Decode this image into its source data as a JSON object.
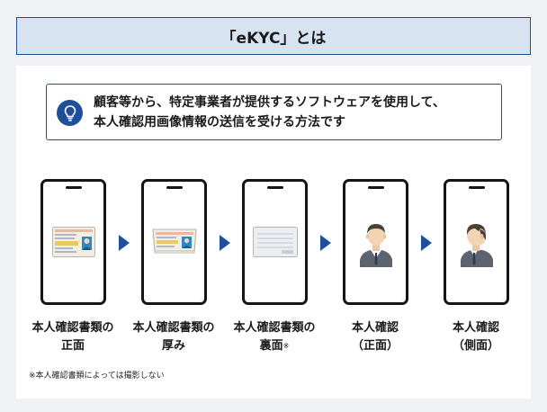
{
  "title": "「eKYC」とは",
  "definition": {
    "line1": "顧客等から、特定事業者が提供するソフトウェアを使用して、",
    "line2": "本人確認用画像情報の送信を受ける方法です"
  },
  "steps": [
    {
      "line1": "本人確認書類の",
      "line2": "正面",
      "mark": ""
    },
    {
      "line1": "本人確認書類の",
      "line2": "厚み",
      "mark": ""
    },
    {
      "line1": "本人確認書類の",
      "line2": "裏面",
      "mark": "※"
    },
    {
      "line1": "本人確認",
      "line2": "（正面）",
      "mark": ""
    },
    {
      "line1": "本人確認",
      "line2": "（側面）",
      "mark": ""
    }
  ],
  "footnote": "※本人確認書類によっては撮影しない",
  "icons": [
    "lightbulb-icon",
    "id-card-front-icon",
    "id-card-tilted-icon",
    "id-card-back-icon",
    "person-front-icon",
    "person-side-icon",
    "arrow-right-icon"
  ],
  "colors": {
    "accent": "#1f4f9a",
    "title_bg": "#d8e3f2"
  }
}
